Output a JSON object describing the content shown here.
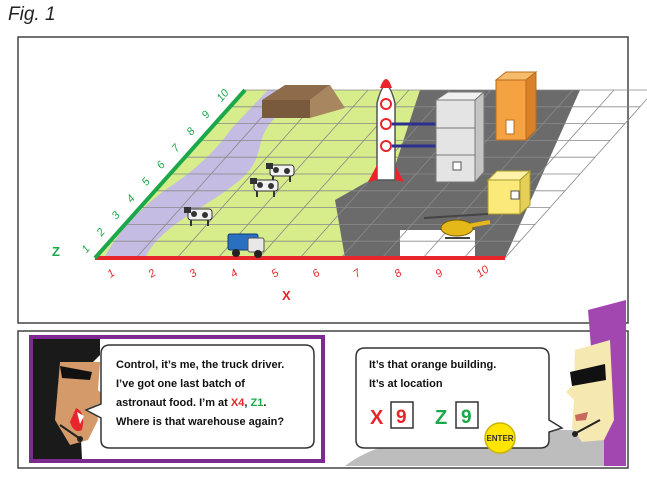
{
  "figure_label": "Fig. 1",
  "axes": {
    "x_label": "X",
    "z_label": "Z",
    "x_ticks": [
      "1",
      "2",
      "3",
      "4",
      "5",
      "6",
      "7",
      "8",
      "9",
      "10"
    ],
    "z_ticks": [
      "1",
      "2",
      "3",
      "4",
      "5",
      "6",
      "7",
      "8",
      "9",
      "10"
    ]
  },
  "driver_bubble": {
    "line1": "Control, it’s me, the truck driver.",
    "line2": "I’ve got one last batch of",
    "line3_prefix": "astronaut food. I’m at ",
    "coord_x": "X4",
    "coord_sep": ", ",
    "coord_z": "Z1",
    "coord_end": ".",
    "line4": "Where is that warehouse again?"
  },
  "control_bubble": {
    "line1": "It’s that orange building.",
    "line2": "It’s at location",
    "x_letter": "X",
    "x_value": "9",
    "z_letter": "Z",
    "z_value": "9",
    "enter_label": "ENTER"
  },
  "colors": {
    "x_axis": "#e8252a",
    "z_axis": "#1aa84a",
    "grass": "#d7ec8a",
    "pavement": "#6e6e6e",
    "river": "#c4bce2",
    "frame_purple": "#7d2a91",
    "warehouse_orange": "#f5a342",
    "yellow_building": "#fbe97a",
    "enter_button": "#ffe500"
  }
}
